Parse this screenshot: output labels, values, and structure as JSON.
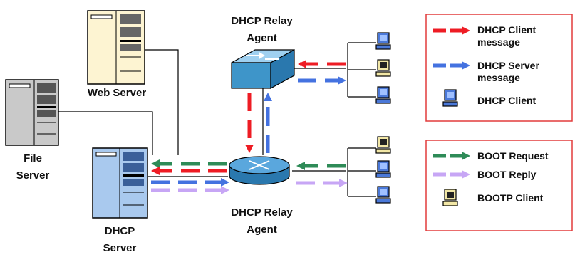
{
  "labels": {
    "relay_top": [
      "DHCP Relay",
      "Agent"
    ],
    "relay_bottom": [
      "DHCP Relay",
      "Agent"
    ],
    "web_server": "Web Server",
    "file_server": [
      "File",
      "Server"
    ],
    "dhcp_server": [
      "DHCP",
      "Server"
    ]
  },
  "legend_dhcp": {
    "client_message": [
      "DHCP Client",
      "message"
    ],
    "server_message": [
      "DHCP Server",
      "message"
    ],
    "client": "DHCP Client"
  },
  "legend_bootp": {
    "request": "BOOT Request",
    "reply": "BOOT Reply",
    "client": "BOOTP Client"
  },
  "colors": {
    "dhcp_client_message": "#ee1c24",
    "dhcp_server_message": "#4472e0",
    "boot_request": "#2e8b57",
    "boot_reply": "#c7a6f5",
    "legend_border": "#e23b3b",
    "switch": "#5aa7dd",
    "router": "#3e95c9",
    "web_server": "#fdf4d2",
    "file_server": "#c9c9c9",
    "dhcp_server": "#a9c9ee",
    "dhcp_client_monitor": "#4a78d8",
    "bootp_client_monitor": "#f2e7a6"
  },
  "icons": [
    "web-server-icon",
    "file-server-icon",
    "dhcp-server-icon",
    "switch-icon",
    "router-icon",
    "dhcp-client-icon",
    "bootp-client-icon"
  ]
}
